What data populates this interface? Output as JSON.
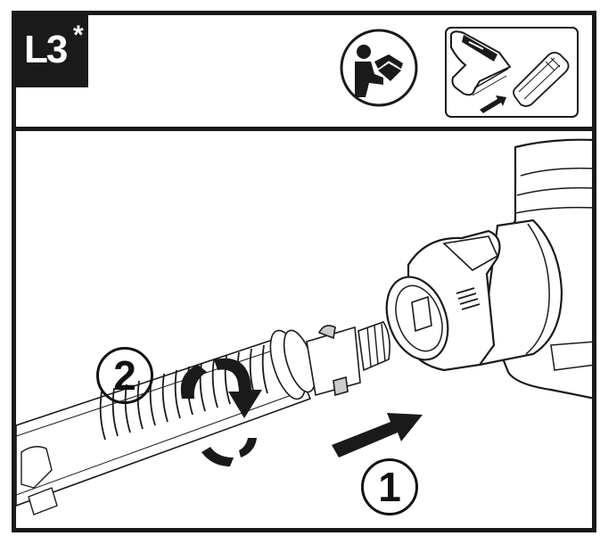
{
  "panel": {
    "step_label": "L3",
    "step_label_marker": "*",
    "icons": [
      "read-manual-icon",
      "battery-insert-icon"
    ]
  },
  "instructions": {
    "steps": [
      {
        "number": "1",
        "action": "push-arrow"
      },
      {
        "number": "2",
        "action": "rotate-arrow"
      }
    ]
  },
  "colors": {
    "ink": "#1a1a1a",
    "background": "#ffffff"
  }
}
